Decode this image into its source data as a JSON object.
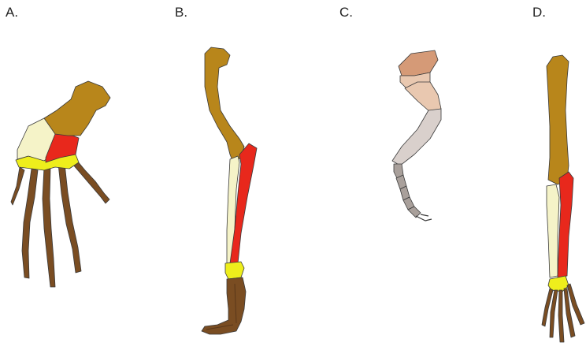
{
  "panels": [
    {
      "label": "A."
    },
    {
      "label": "B."
    },
    {
      "label": "C."
    },
    {
      "label": "D."
    }
  ],
  "colors": {
    "humerus": "#B8861B",
    "ulna": "#F5F3C8",
    "radius": "#E8281C",
    "carpals": "#EEEE1C",
    "phalanges": "#7A4D22",
    "insect_femur": "#D59A77",
    "insect_trochanter": "#E9C8B0",
    "insect_tibia": "#D9D0CC",
    "insect_tarsus": "#A9A09B",
    "outline": "#3a3a3a"
  }
}
